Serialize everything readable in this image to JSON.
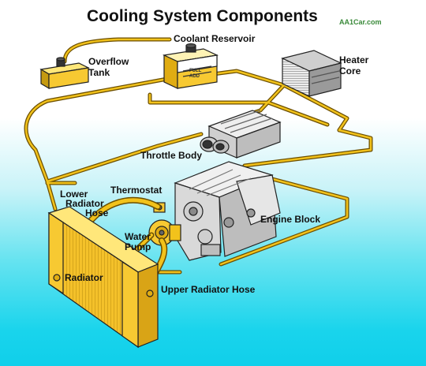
{
  "title": "Cooling System Components",
  "site": "AA1Car.com",
  "labels": {
    "coolant_reservoir": "Coolant Reservoir",
    "overflow_tank_1": "Overflow",
    "overflow_tank_2": "Tank",
    "heater_core_1": "Heater",
    "heater_core_2": "Core",
    "throttle_body": "Throttle Body",
    "thermostat": "Thermostat",
    "lower_radiator_hose_1": "Lower",
    "lower_radiator_hose_2": "Radiator",
    "lower_radiator_hose_3": "Hose",
    "engine_block": "Engine Block",
    "water_pump_1": "Water",
    "water_pump_2": "Pump",
    "radiator": "Radiator",
    "upper_radiator_hose": "Upper Radiator Hose"
  },
  "reservoir_marks": {
    "full": "FULL",
    "add": "ADD"
  },
  "colors": {
    "hose": "#f2c21b",
    "hose_outline": "#6b4e00",
    "component": "#f7c932",
    "sky_top": "#ffffff",
    "sky_bottom": "#10cfea",
    "engine": "#e8e8e8",
    "outline": "#222222"
  }
}
